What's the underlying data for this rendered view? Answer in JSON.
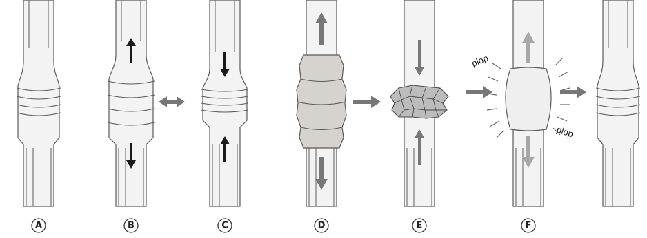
{
  "panels": [
    {
      "label": "A",
      "state": "normal"
    },
    {
      "label": "B",
      "state": "distraction"
    },
    {
      "label": "C",
      "state": "compression"
    },
    {
      "label": "D",
      "state": "stretched-cavity"
    },
    {
      "label": "E",
      "state": "cracked-compression"
    },
    {
      "label": "F",
      "state": "cavitation"
    },
    {
      "label": "",
      "state": "normal-after"
    }
  ],
  "sounds": [
    "plop",
    "plop"
  ],
  "colors": {
    "bone_fill": "#f3f3f3",
    "outline": "#5a5a5a",
    "dark_arrow": "#1a1a1a",
    "grey_arrow": "#777777",
    "light_arrow": "#a8a8a8",
    "cavity_fill": "#d6d2cd",
    "bubble_fill": "#efefef"
  },
  "icons": [
    "up-arrow-icon",
    "down-arrow-icon",
    "double-arrow-icon",
    "right-arrow-icon"
  ]
}
